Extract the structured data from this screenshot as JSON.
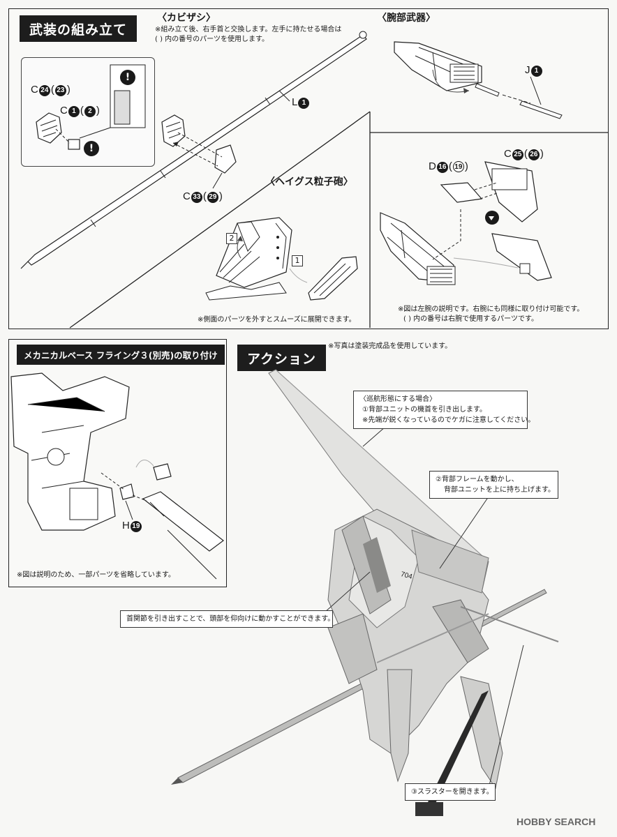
{
  "weapon_section": {
    "title": "武装の組み立て",
    "kabizashi": {
      "heading": "〈カビザシ〉",
      "note_line1": "※組み立て後、右手首と交換します。左手に持たせる場合は",
      "note_line2": "( ) 内の番号のパーツを使用します。",
      "label_c24": "C",
      "num_24": "24",
      "num_23": "23",
      "label_c1": "C",
      "num_1": "1",
      "num_2": "2",
      "label_l1": "L",
      "num_l1": "1",
      "label_c33": "C",
      "num_33": "33",
      "num_29": "29"
    },
    "arm_weapon": {
      "heading": "〈腕部武器〉",
      "label_j1": "J",
      "num_j1": "1"
    },
    "arm_mount": {
      "label_d": "D",
      "num_16": "16",
      "num_19": "19",
      "label_c": "C",
      "num_25": "25",
      "num_26": "26",
      "note_line1": "※図は左腕の説明です。右腕にも同様に取り付け可能です。",
      "note_line2": "( ) 内の番号は右腕で使用するパーツです。"
    },
    "heigus": {
      "heading": "〈ヘイグス粒子砲〉",
      "step1": "1",
      "step2": "2",
      "note": "※側面のパーツを外すとスムーズに展開できます。"
    }
  },
  "base_section": {
    "title": "メカニカルベース フライング３(別売)の取り付け",
    "label_h": "H",
    "num_h19": "19",
    "note": "※図は説明のため、一部パーツを省略しています。"
  },
  "action_section": {
    "title": "アクション",
    "photo_note": "※写真は塗装完成品を使用しています。",
    "callout1_line1": "〈巡航形態にする場合〉",
    "callout1_line2": "①背部ユニットの機首を引き出します。",
    "callout1_line3": "※先端が鋭くなっているのでケガに注意してください。",
    "callout2_line1": "②背部フレームを動かし、",
    "callout2_line2": "背部ユニットを上に持ち上げます。",
    "callout3": "首関節を引き出すことで、頭部を仰向けに動かすことができます。",
    "callout4": "③スラスターを開きます。",
    "model_number": "704"
  },
  "watermark": "HOBBY SEARCH"
}
